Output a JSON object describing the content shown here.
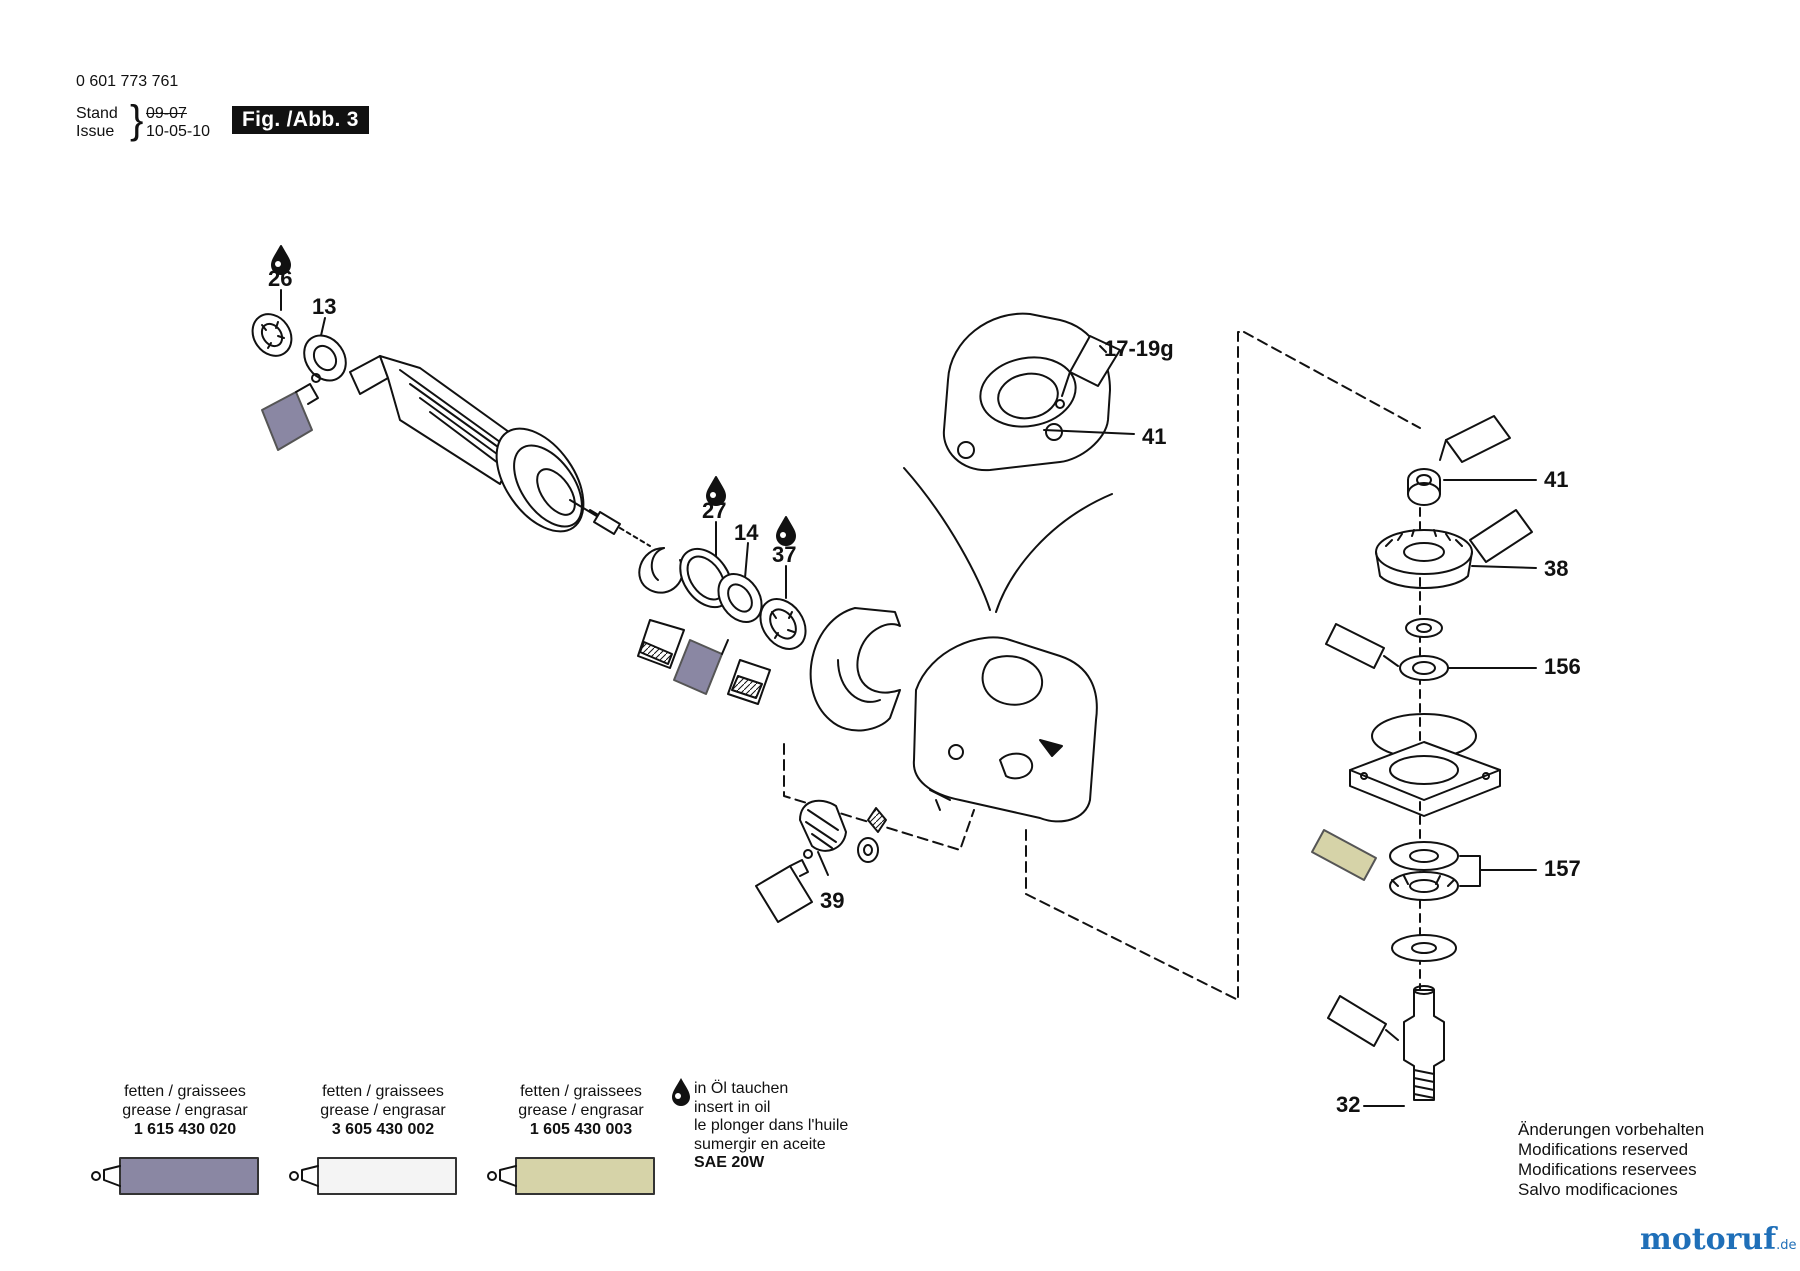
{
  "header": {
    "part_number": "0 601 773 761",
    "stand_label": "Stand",
    "issue_label": "Issue",
    "stand_date": "09-07",
    "issue_date": "10-05-10",
    "figure_label": "Fig. /Abb. 3"
  },
  "callouts": {
    "c26": "26",
    "c13": "13",
    "c27": "27",
    "c14": "14",
    "c37": "37",
    "c17_19g": "17-19g",
    "c41a": "41",
    "c41b": "41",
    "c38": "38",
    "c156": "156",
    "c157": "157",
    "c39": "39",
    "c32": "32"
  },
  "legend": [
    {
      "line1": "fetten / graissees",
      "line2": "grease / engrasar",
      "code": "1 615 430 020",
      "color": "#8a87a3"
    },
    {
      "line1": "fetten / graissees",
      "line2": "grease / engrasar",
      "code": "3 605 430 002",
      "color": "#f4f4f4"
    },
    {
      "line1": "fetten / graissees",
      "line2": "grease / engrasar",
      "code": "1 605 430 003",
      "color": "#d6d3a8"
    }
  ],
  "oil": {
    "l1": "in Öl tauchen",
    "l2": "insert in oil",
    "l3": "le plonger dans l'huile",
    "l4": "sumergir en aceite",
    "l5": "SAE 20W"
  },
  "notice": {
    "l1": "Änderungen vorbehalten",
    "l2": "Modifications reserved",
    "l3": "Modifications reservees",
    "l4": "Salvo modificaciones"
  },
  "brand": {
    "name": "motoruf",
    "tld": ".de"
  },
  "icons": {
    "oil_drop": "oil-drop-icon",
    "grease_tube": "grease-tube-icon"
  }
}
